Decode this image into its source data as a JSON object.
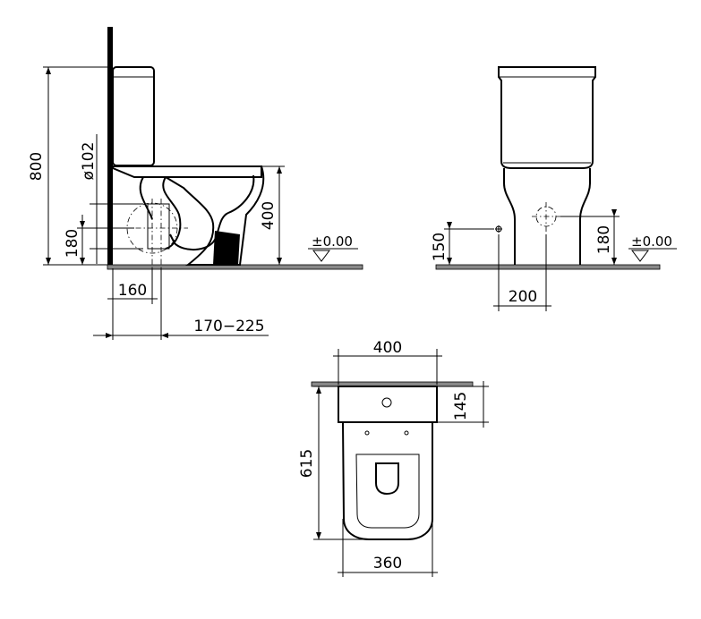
{
  "side_view": {
    "height_total": "800",
    "pipe_diameter": "ø102",
    "seat_height": "400",
    "outlet_height": "180",
    "wall_offset": "160",
    "outlet_distance": "170−225",
    "floor_level": "±0.00"
  },
  "front_view": {
    "inlet_height": "150",
    "outlet_height": "180",
    "outlet_offset": "200",
    "floor_level": "±0.00"
  },
  "top_view": {
    "cistern_width": "400",
    "cistern_depth": "145",
    "total_depth": "615",
    "bowl_width": "360"
  }
}
